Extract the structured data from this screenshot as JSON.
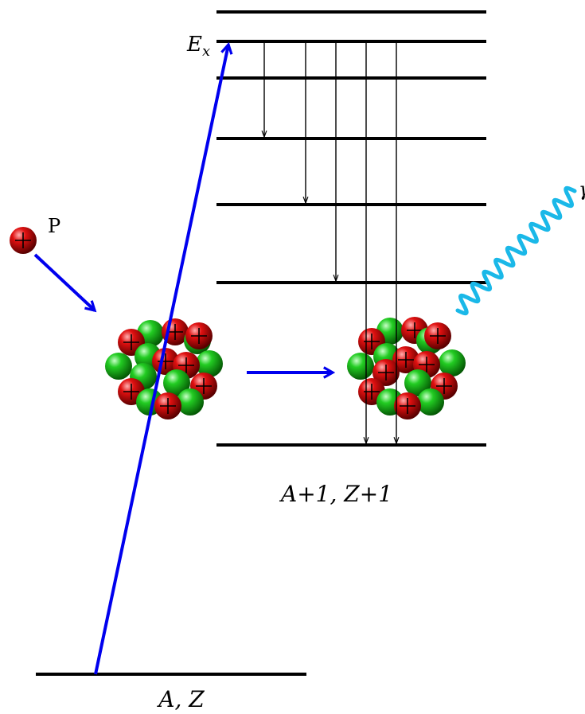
{
  "labels": {
    "excitation": "E",
    "excitation_sub": "x",
    "projectile": "P",
    "product_label": "A+1, Z+1",
    "target_label": "A, Z",
    "gamma": "γ",
    "proton_sign": "+"
  },
  "colors": {
    "level_line": "#000000",
    "reaction_arrow": "#0000ee",
    "gamma_wave": "#1ab8e8",
    "proton": "#d40000",
    "neutron": "#22c422"
  }
}
